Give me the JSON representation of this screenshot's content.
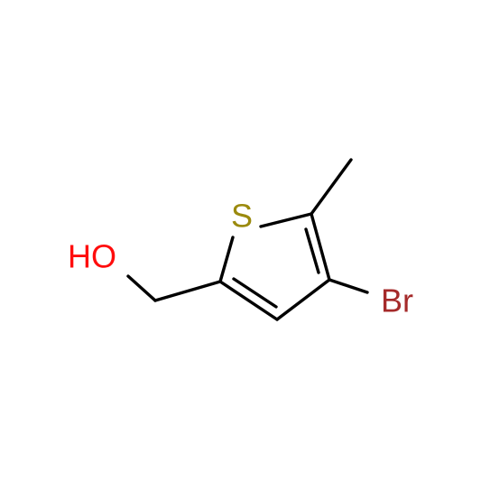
{
  "structure": {
    "atoms": {
      "S": {
        "label": "S",
        "color": "#9B8A0E"
      },
      "Br": {
        "label": "Br",
        "color": "#A52A2A"
      },
      "OH": {
        "label": "HO",
        "color": "#FF0D0D"
      }
    },
    "bond_color": "#000000"
  }
}
